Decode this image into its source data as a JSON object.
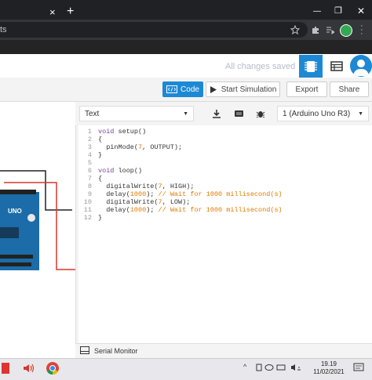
{
  "browser": {
    "url_fragment": "ts",
    "new_tab_icon": "+",
    "close_tab_icon": "×",
    "minimize_icon": "—",
    "restore_icon": "❐",
    "close_window_icon": "✕"
  },
  "header": {
    "save_status": "All changes saved"
  },
  "actions": {
    "code_label": "Code",
    "start_sim_label": "Start Simulation",
    "export_label": "Export",
    "share_label": "Share"
  },
  "code_toolbar": {
    "mode_value": "Text",
    "board_value": "1 (Arduino Uno R3)"
  },
  "editor": {
    "line_numbers": [
      "1",
      "2",
      "3",
      "4",
      "5",
      "6",
      "7",
      "8",
      "9",
      "10",
      "11",
      "12"
    ]
  },
  "board": {
    "label": "UNO"
  },
  "serial_monitor": {
    "label": "Serial Monitor"
  },
  "taskbar": {
    "time": "19.19",
    "date": "11/02/2021"
  },
  "colors": {
    "accent": "#1d89d4",
    "board": "#1b6ca8",
    "wire_red": "#d9372c",
    "wire_black": "#222222"
  }
}
